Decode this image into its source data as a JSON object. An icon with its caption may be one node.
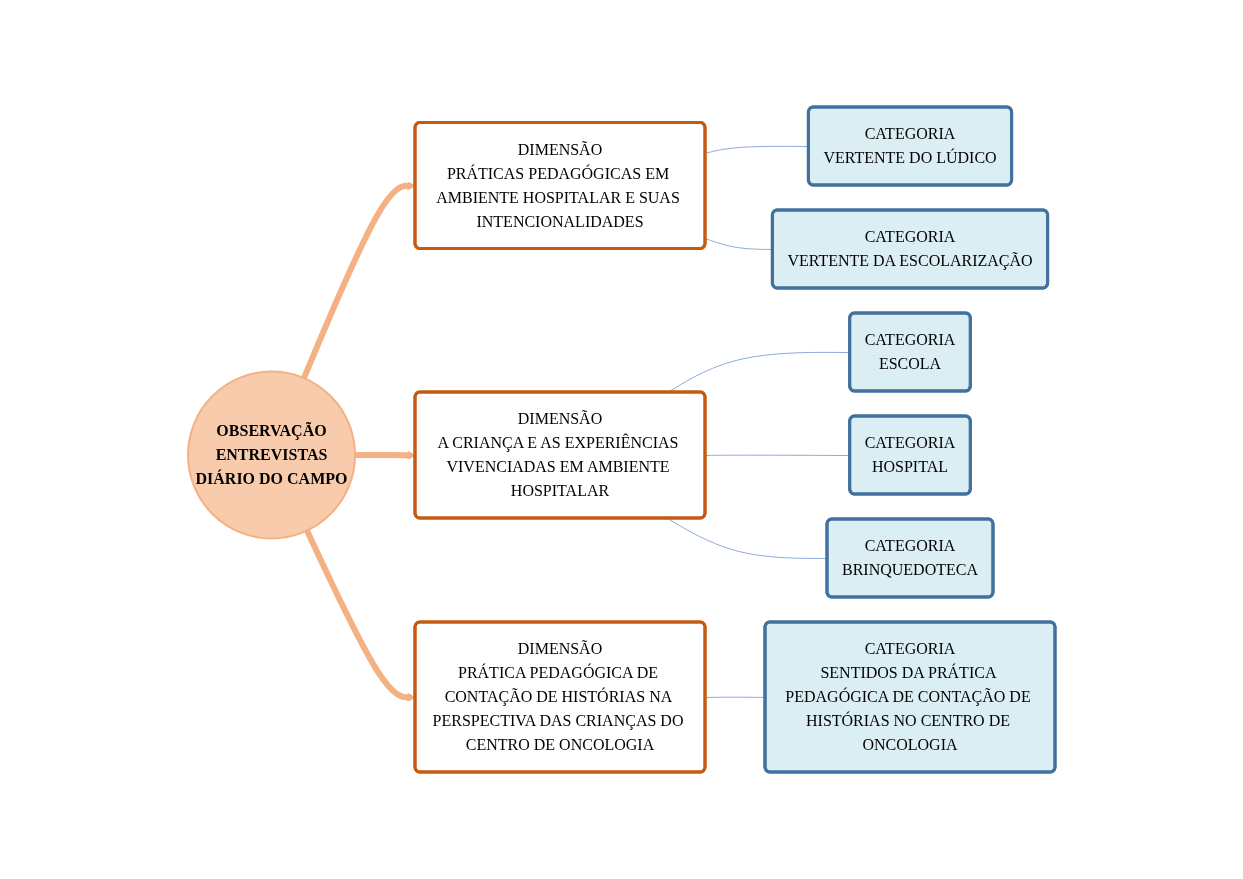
{
  "diagram": {
    "nodes": [
      {
        "text": [
          "DIMENSÃO",
          "PRÁTICAS PEDAGÓGICAS EM AMBIENTE HOSPITALAR E SUAS INTENCIONALIDADES"
        ]
      },
      {
        "text": [
          "CATEGORIA",
          "VERTENTE DO LÚDICO"
        ]
      },
      {
        "text": [
          "CATEGORIA",
          "VERTENTE DA ESCOLARIZAÇÃO"
        ]
      },
      {
        "text": [
          "CATEGORIA",
          "ESCOLA"
        ]
      },
      {
        "text": [
          "OBSERVAÇÃO",
          "ENTREVISTAS",
          "DIÁRIO DO CAMPO"
        ]
      },
      {
        "text": [
          "DIMENSÃO",
          "A CRIANÇA E AS EXPERIÊNCIAS VIVENCIADAS EM AMBIENTE HOSPITALAR"
        ]
      },
      {
        "text": [
          "CATEGORIA",
          "HOSPITAL"
        ]
      },
      {
        "text": [
          "CATEGORIA",
          "BRINQUEDOTECA"
        ]
      },
      {
        "text": [
          "DIMENSÃO",
          "PRÁTICA PEDAGÓGICA DE CONTAÇÃO DE HISTÓRIAS NA PERSPECTIVA DAS CRIANÇAS DO CENTRO DE ONCOLOGIA"
        ]
      },
      {
        "text": [
          "CATEGORIA",
          "SENTIDOS DA PRÁTICA PEDAGÓGICA DE CONTAÇÃO DE HISTÓRIAS NO CENTRO DE ONCOLOGIA"
        ]
      }
    ],
    "edges": [
      {
        "from": 4,
        "to": 0,
        "arrow": "to",
        "style": "thick",
        "color": "#f4b183"
      },
      {
        "from": 4,
        "to": 5,
        "arrow": "to",
        "style": "thick",
        "color": "#f4b183"
      },
      {
        "from": 4,
        "to": 8,
        "arrow": "to",
        "style": "thick",
        "color": "#f4b183"
      },
      {
        "from": 0,
        "to": 1,
        "arrow": "none"
      },
      {
        "from": 0,
        "to": 2,
        "arrow": "none"
      },
      {
        "from": 5,
        "to": 3,
        "arrow": "none"
      },
      {
        "from": 5,
        "to": 6,
        "arrow": "none"
      },
      {
        "from": 5,
        "to": 7,
        "arrow": "none"
      },
      {
        "from": 8,
        "to": 9,
        "arrow": "none"
      }
    ]
  }
}
